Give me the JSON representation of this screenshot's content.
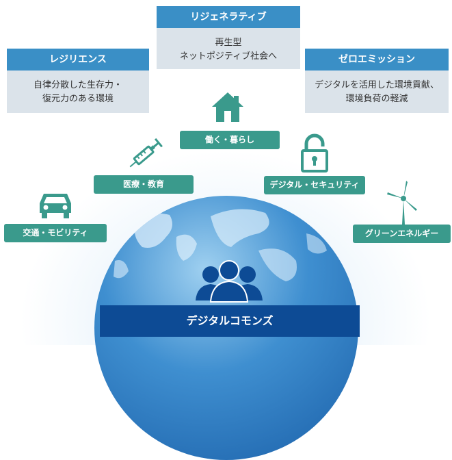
{
  "cards": {
    "regenerative": {
      "title": "リジェネラティブ",
      "lines": [
        "再生型",
        "ネットポジティブ社会へ"
      ]
    },
    "resilience": {
      "title": "レジリエンス",
      "lines": [
        "自律分散した生存力・",
        "復元力のある環境"
      ]
    },
    "zero_emission": {
      "title": "ゼロエミッション",
      "lines": [
        "デジタルを活用した環境貢献、",
        "環境負荷の軽減"
      ]
    }
  },
  "domains": {
    "work_life": "働く・暮らし",
    "medical_education": "医療・教育",
    "digital_security": "デジタル・セキュリティ",
    "transport_mobility": "交通・モビリティ",
    "green_energy": "グリーンエネルギー"
  },
  "footer": {
    "label": "デジタルコモンズ"
  },
  "colors": {
    "card_header": "#3a8fc6",
    "card_body": "#dbe3ea",
    "domain_label": "#3a9a8c",
    "icon": "#3a9a8c",
    "footer": "#0d4b95",
    "earth": "#2f7fc4"
  },
  "icons": [
    "house-icon",
    "syringe-icon",
    "padlock-icon",
    "car-icon",
    "wind-turbine-icon",
    "people-icon"
  ]
}
